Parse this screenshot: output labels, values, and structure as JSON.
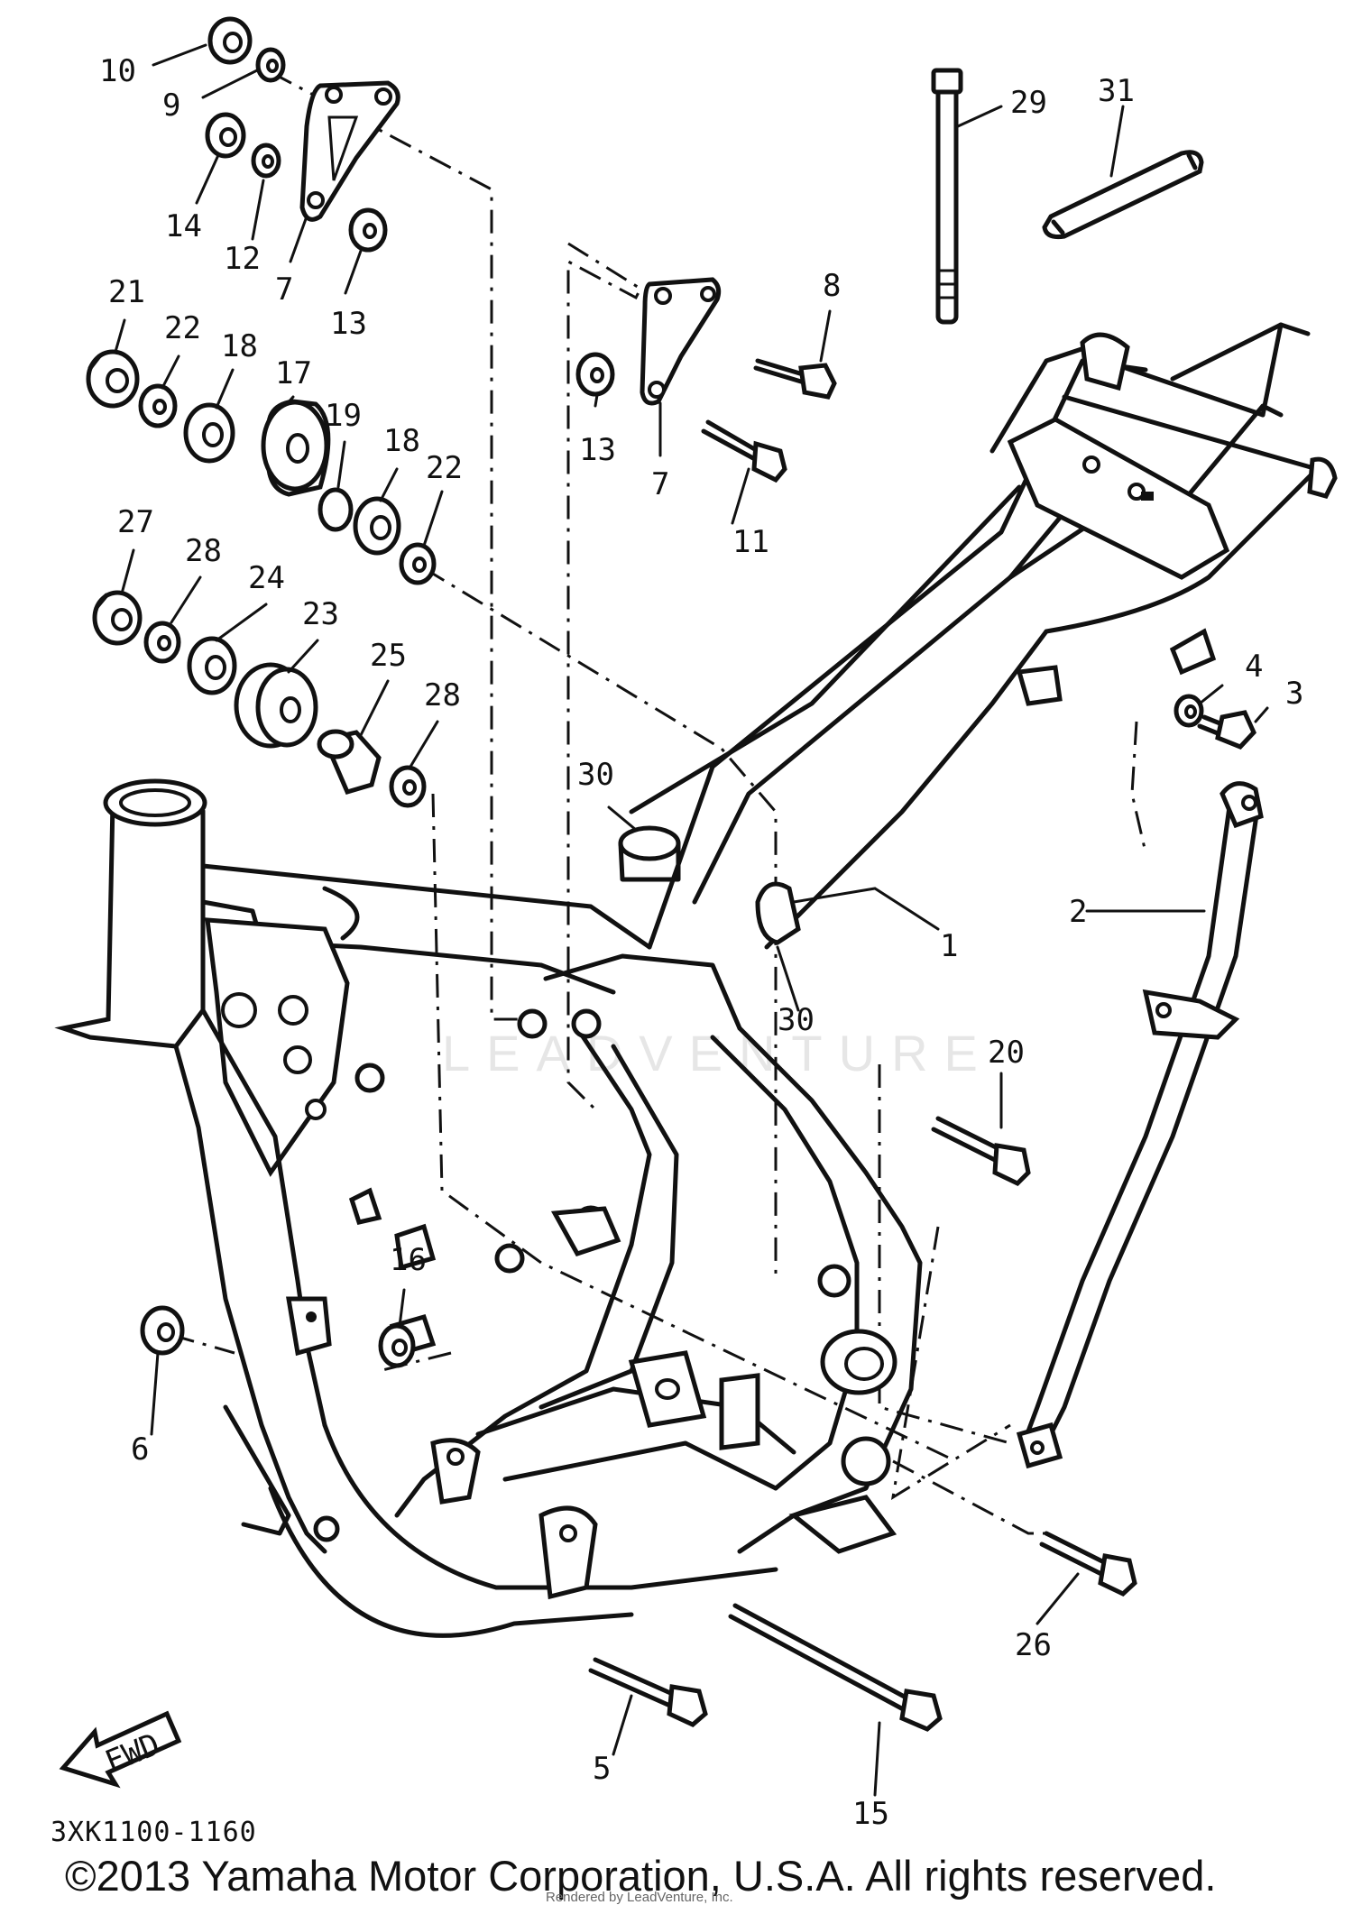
{
  "diagram": {
    "diagram_code": "3XK1100-1160",
    "watermark": "LEADVENTURE",
    "direction_label": "FWD",
    "copyright": "©2013 Yamaha Motor Corporation, U.S.A. All rights reserved.",
    "rendered_by": "Rendered by LeadVenture, Inc.",
    "callouts": [
      "10",
      "9",
      "14",
      "12",
      "7",
      "13",
      "21",
      "22",
      "18",
      "17",
      "19",
      "18",
      "22",
      "27",
      "28",
      "24",
      "23",
      "25",
      "28",
      "8",
      "13",
      "7",
      "11",
      "29",
      "31",
      "4",
      "3",
      "30",
      "1",
      "30",
      "2",
      "20",
      "16",
      "6",
      "26",
      "5",
      "15"
    ]
  }
}
